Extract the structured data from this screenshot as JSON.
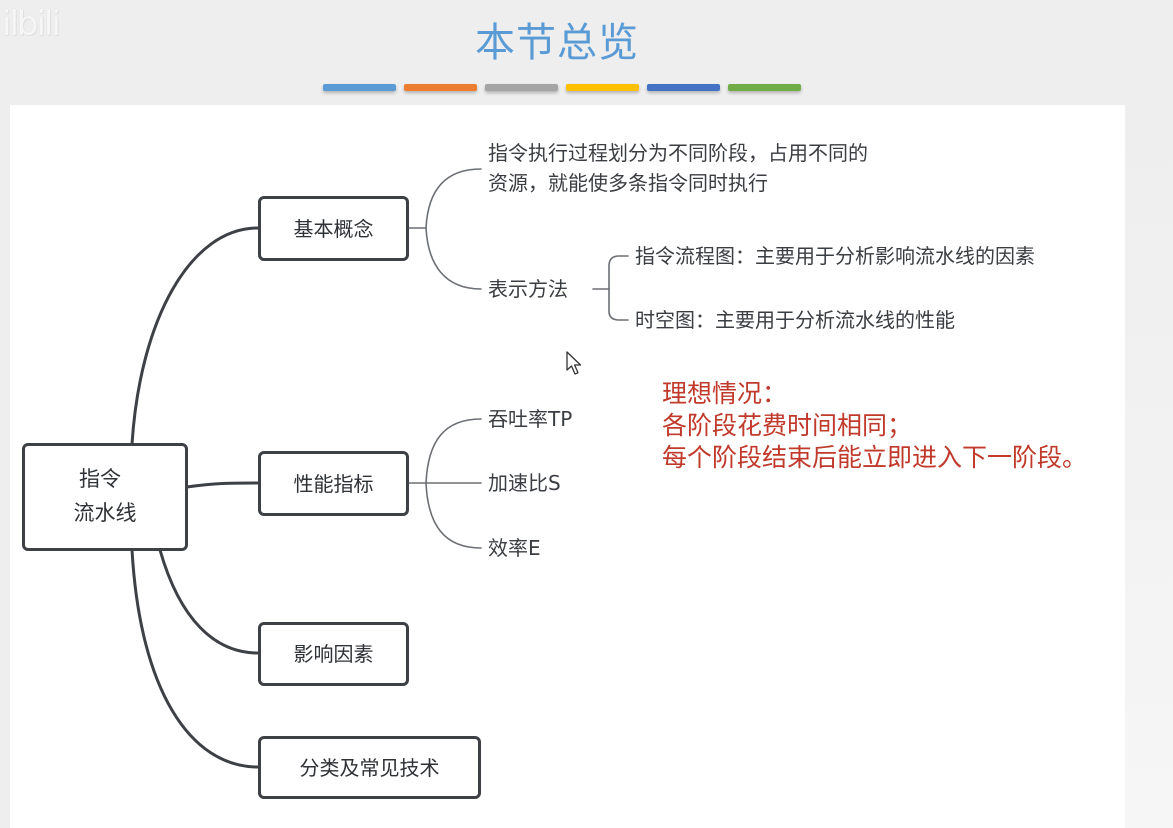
{
  "watermark": "ilbili",
  "title": "本节总览",
  "decor_bars": [
    {
      "name": "blue",
      "color": "#5b9bd5"
    },
    {
      "name": "orange",
      "color": "#ed7d31"
    },
    {
      "name": "gray",
      "color": "#a5a5a5"
    },
    {
      "name": "yellow",
      "color": "#ffc000"
    },
    {
      "name": "dark-blue",
      "color": "#4472c4"
    },
    {
      "name": "green",
      "color": "#70ad47"
    }
  ],
  "mindmap": {
    "root": {
      "line1": "指令",
      "line2": "流水线"
    },
    "branches": [
      {
        "label": "基本概念",
        "children": [
          {
            "line1": "指令执行过程划分为不同阶段，占用不同的",
            "line2": "资源，就能使多条指令同时执行"
          },
          {
            "label": "表示方法",
            "children": [
              "指令流程图：主要用于分析影响流水线的因素",
              "时空图：主要用于分析流水线的性能"
            ]
          }
        ]
      },
      {
        "label": "性能指标",
        "children": [
          "吞吐率TP",
          "加速比S",
          "效率E"
        ]
      },
      {
        "label": "影响因素"
      },
      {
        "label": "分类及常见技术"
      }
    ]
  },
  "note": {
    "heading": "理想情况：",
    "lines": [
      "各阶段花费时间相同；",
      "每个阶段结束后能立即进入下一阶段。"
    ],
    "color": "#c0392b"
  },
  "colors": {
    "title": "#5b9bd5",
    "node_border": "#3d4146",
    "text": "#3a3d41"
  }
}
